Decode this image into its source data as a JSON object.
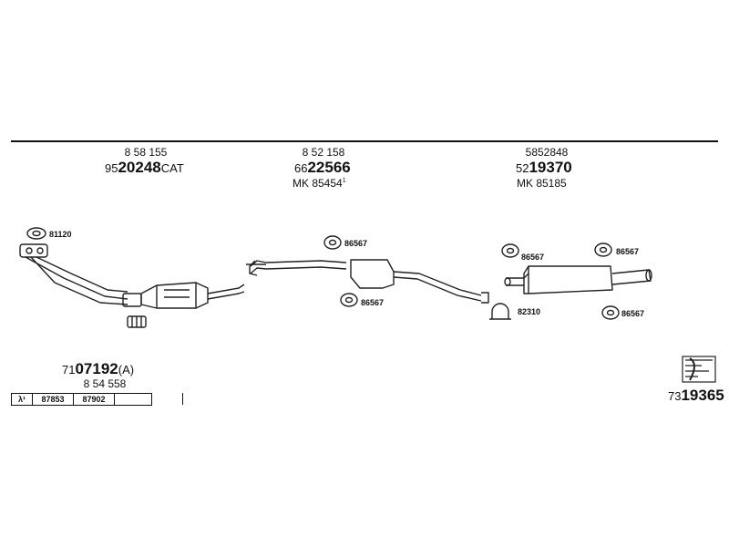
{
  "groups": [
    {
      "ref": "8 58 155",
      "prefix": "95",
      "bold": "20248",
      "suffix": "CAT",
      "mk": ""
    },
    {
      "ref": "8 52 158",
      "prefix": "66",
      "bold": "22566",
      "suffix": "",
      "mk": "MK  85454",
      "mk_sup": "1"
    },
    {
      "ref": "5852848",
      "prefix": "52",
      "bold": "19370",
      "suffix": "",
      "mk": "MK  85185"
    }
  ],
  "part_labels": {
    "gasket_81120": "81120",
    "hanger_front_upper": "86567",
    "hanger_front_lower": "86567",
    "hanger_rear_left": "86567",
    "hanger_rear_right": "86567",
    "hanger_rear_lower": "86567",
    "clamp_82310": "82310"
  },
  "bottom_left": {
    "prefix": "71",
    "bold": "07192",
    "suffix": "(A)",
    "ref": "8 54 558"
  },
  "ref_table": [
    "λ¹",
    "87853",
    "87902",
    ""
  ],
  "bottom_right": {
    "prefix": "73",
    "bold": "19365"
  }
}
